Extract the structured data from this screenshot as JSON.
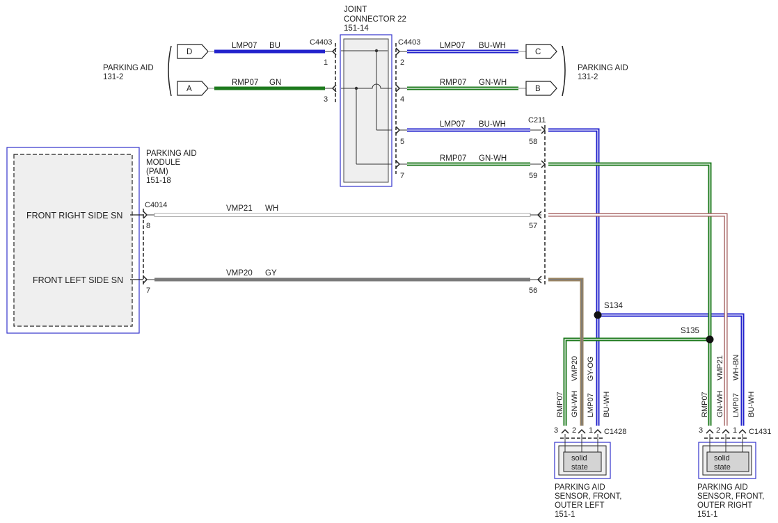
{
  "joint_connector": {
    "title_line1": "JOINT",
    "title_line2": "CONNECTOR 22",
    "ref": "151-14"
  },
  "parking_aid_left": {
    "title": "PARKING AID",
    "ref": "131-2"
  },
  "parking_aid_right": {
    "title": "PARKING AID",
    "ref": "131-2"
  },
  "pam": {
    "title_line1": "PARKING AID",
    "title_line2": "MODULE",
    "title_line3": "(PAM)",
    "ref": "151-18",
    "front_right_label": "FRONT RIGHT SIDE SN",
    "front_left_label": "FRONT LEFT SIDE SN"
  },
  "terminals": {
    "d": "D",
    "a": "A",
    "c": "C",
    "b": "B"
  },
  "connectors": {
    "c4403_left": "C4403",
    "c4403_right": "C4403",
    "c211": "C211",
    "c4014": "C4014",
    "c1428": "C1428",
    "c1431": "C1431"
  },
  "pins": {
    "jc_1": "1",
    "jc_3": "3",
    "jc_2": "2",
    "jc_4": "4",
    "jc_5": "5",
    "jc_7": "7",
    "c211_58": "58",
    "c211_59": "59",
    "c211_57": "57",
    "c211_56": "56",
    "pam_8": "8",
    "pam_7": "7",
    "l_3": "3",
    "l_2": "2",
    "l_1": "1",
    "r_3": "3",
    "r_2": "2",
    "r_1": "1"
  },
  "wires": {
    "w1": {
      "circuit": "LMP07",
      "color": "BU"
    },
    "w2": {
      "circuit": "RMP07",
      "color": "GN"
    },
    "w3": {
      "circuit": "LMP07",
      "color": "BU-WH"
    },
    "w4": {
      "circuit": "RMP07",
      "color": "GN-WH"
    },
    "w5": {
      "circuit": "LMP07",
      "color": "BU-WH"
    },
    "w6": {
      "circuit": "RMP07",
      "color": "GN-WH"
    },
    "w7": {
      "circuit": "VMP21",
      "color": "WH"
    },
    "w8": {
      "circuit": "VMP20",
      "color": "GY"
    }
  },
  "splices": {
    "s134": "S134",
    "s135": "S135"
  },
  "sensor_left": {
    "inner_line1": "solid",
    "inner_line2": "state",
    "title_line1": "PARKING AID",
    "title_line2": "SENSOR, FRONT,",
    "title_line3": "OUTER LEFT",
    "ref": "151-1",
    "wire_labels": [
      "RMP07",
      "GN-WH",
      "VMP20",
      "GY-OG",
      "LMP07",
      "BU-WH"
    ]
  },
  "sensor_right": {
    "inner_line1": "solid",
    "inner_line2": "state",
    "title_line1": "PARKING AID",
    "title_line2": "SENSOR, FRONT,",
    "title_line3": "OUTER RIGHT",
    "ref": "151-1",
    "wire_labels": [
      "RMP07",
      "GN-WH",
      "VMP21",
      "WH-BN",
      "LMP07",
      "BU-WH"
    ]
  },
  "colors": {
    "blue": "#2222cc",
    "green": "#1d7a1d",
    "gray": "#7a7a7a",
    "tan": "#9a8462",
    "brown_red": "#9a4d4d",
    "box_border": "#3333cc",
    "box_fill": "#efefef"
  }
}
